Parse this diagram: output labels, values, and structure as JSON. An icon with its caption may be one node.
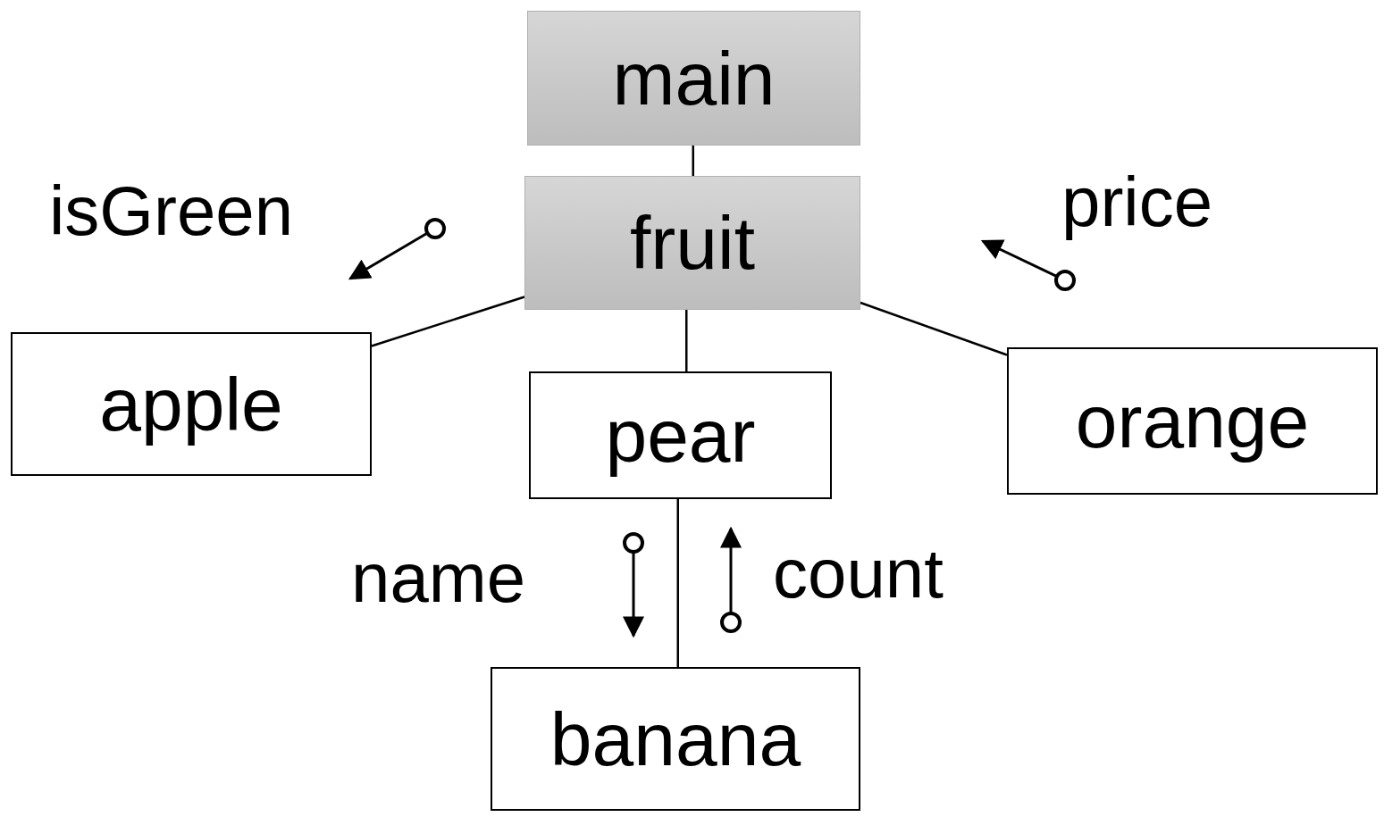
{
  "diagram": {
    "nodes": [
      {
        "text": [
          "main"
        ]
      },
      {
        "text": [
          "fruit"
        ]
      },
      {
        "text": [
          "apple"
        ]
      },
      {
        "text": [
          "pear"
        ]
      },
      {
        "text": [
          "orange"
        ]
      },
      {
        "text": [
          "banana"
        ]
      }
    ],
    "edges": [
      {
        "from": 0,
        "to": 1,
        "arrow": "none"
      },
      {
        "from": 1,
        "to": 2,
        "arrow": "none"
      },
      {
        "from": 1,
        "to": 3,
        "arrow": "none"
      },
      {
        "from": 1,
        "to": 4,
        "arrow": "none"
      },
      {
        "from": 3,
        "to": 5,
        "arrow": "none"
      }
    ],
    "labels": [
      "isGreen",
      "price",
      "name",
      "count"
    ]
  }
}
